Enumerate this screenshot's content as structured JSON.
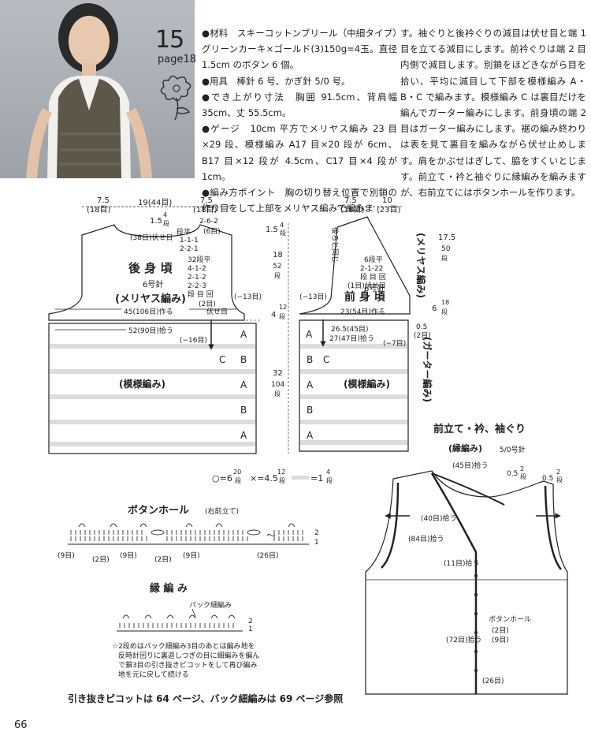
{
  "header": {
    "pattern_number": "15",
    "page_ref": "page18",
    "spec_lines": [
      "●材料　スキーコットンブリール（中細タイプ）グリーンカーキ×ゴールド(3)150g=4玉。直径 1.5cm のボタン 6 個。",
      "●用具　棒針 6 号、かぎ針 5/0 号。",
      "●でき上がり寸法　胸囲 91.5cm、背肩幅 35cm、丈 55.5cm。",
      "●ゲージ　10cm 平方でメリヤス編み 23 目×29 段、模様編み A17 目×20 段が 6cm、B17 目×12 段が 4.5cm、C17 目×4 段が 1cm。",
      "●編み方ポイント　胸の切り替え位置で別鎖の作り目をして上部をメリヤス編みで編みま"
    ],
    "description": "す。袖ぐりと後衿ぐりの減目は伏せ目と端 1 目を立てる減目にします。前衿ぐりは端 2 目内側で減目します。別鎖をほどきながら目を拾い、平均に減目して下部を模様編み A・B・C で編みます。模様編み C は裏目だけを編んでガーター編みにします。前身頃の端 2 目はガーター編みにします。裾の編み終わりは表を見て裏目を編みながら伏せ止めします。肩をかぶせはぎして、脇をすくいとじます。前立て・衿と袖ぐりに縁編みを編みますが、右前立てにはボタンホールを作ります。"
  },
  "back": {
    "dim_top": [
      "7.5",
      "(18目)",
      "19(44目)",
      "7.5",
      "(18目)"
    ],
    "neck_rows": [
      "1.5",
      "4",
      "段"
    ],
    "neck_dec": [
      "2-6-2",
      "(6目)",
      "段平",
      "1-1-1",
      "2-2-1"
    ],
    "bind_off_center": "(38目)伏せ目",
    "title": "後 身 頃",
    "needle": "6号針",
    "stitch": "(メリヤス編み)",
    "armhole_dec": [
      "32段平",
      "4-1-2",
      "2-1-2",
      "2-2-3",
      "段 目 回",
      "(2目)",
      "伏せ目"
    ],
    "side_right": "(−13目)",
    "cast_on": "45(106目)作る",
    "pickup": "52(90目)拾う",
    "pickup_dec": "(−16目)",
    "pattern": "(模様編み)"
  },
  "front": {
    "dim_top": [
      "7.5",
      "(18目)",
      "10",
      "(23目)"
    ],
    "neck_note": [
      "後ろと同じ"
    ],
    "neck_dec": [
      "6段平",
      "2-1-22",
      "段 目 回",
      "(1目)伏せ目"
    ],
    "stitch_vertical": "(メリヤス編み)",
    "side_left": "(−13目)",
    "title": "前 身 頃",
    "needle": "6号針",
    "cast_on_a": "26.5(45目)",
    "cast_on_b": "23(54目)作る",
    "pickup": "27(47目)拾う",
    "pickup_dec": "(−7目)",
    "edge_w": "0.5",
    "edge_st": "(2目)",
    "garter_vertical": "(ガーター編み)",
    "pattern": "(模様編み)"
  },
  "heights": {
    "h1": "1.5",
    "h1u": "4",
    "h1s": "段",
    "h2": "18",
    "h2u": "52",
    "h2s": "段",
    "h3": "4",
    "h3u": "12",
    "h3s": "段",
    "h4": "32",
    "h4u": "104",
    "h4s": "段",
    "f1": "17.5",
    "f1u": "50",
    "f1s": "段",
    "f2": "6",
    "f2u": "18",
    "f2s": "段"
  },
  "rows_labels": [
    "A",
    "C",
    "B",
    "A",
    "B",
    "A"
  ],
  "legend": {
    "circle": "○=6",
    "circle_u": "20",
    "circle_s": "段",
    "cross": "×=4.5",
    "cross_u": "12",
    "cross_s": "段",
    "bar": "=1",
    "bar_u": "4",
    "bar_s": "段"
  },
  "buttonhole": {
    "title": "ボタンホール",
    "sub": "(右前立て)",
    "counts": [
      "(9目)",
      "(2目)",
      "(9目)",
      "(2目)",
      "(9目)",
      "(26目)"
    ],
    "rows": [
      "2",
      "1"
    ]
  },
  "edging": {
    "title": "縁 編 み",
    "back_note": "バック細編み",
    "rows": [
      "2",
      "1"
    ],
    "note_lines": [
      "☆2段めはバック細編み3目のあとは編み地を",
      "反時計回りに裏返しつぎの目に細編みを編ん",
      "で鎖3目の引き抜きピコットをして再び編み",
      "地を元に戻して続ける"
    ]
  },
  "finishing": {
    "title": "前立て・衿、袖ぐり",
    "stitch": "(縁編み)",
    "needle": "5/0号針",
    "top_pick": "(45目)拾う",
    "left_pick1": "(40目)拾う",
    "left_pick2": "(84目)拾う",
    "mid_pick": "(11目)拾う",
    "lower_pick": "(72目)拾う",
    "bottom_pick": "(26目)",
    "buttonhole_label": "ボタンホール",
    "bh_counts": [
      "(2目)",
      "(9目)"
    ],
    "shoulder1": "0.5",
    "shoulder1u": "2",
    "shoulder1s": "段",
    "shoulder2": "0.5",
    "shoulder2u": "2",
    "shoulder2s": "段"
  },
  "footer_ref": "引き抜きピコットは 64 ページ、バック細編みは 69 ページ参照",
  "page_number": "66"
}
